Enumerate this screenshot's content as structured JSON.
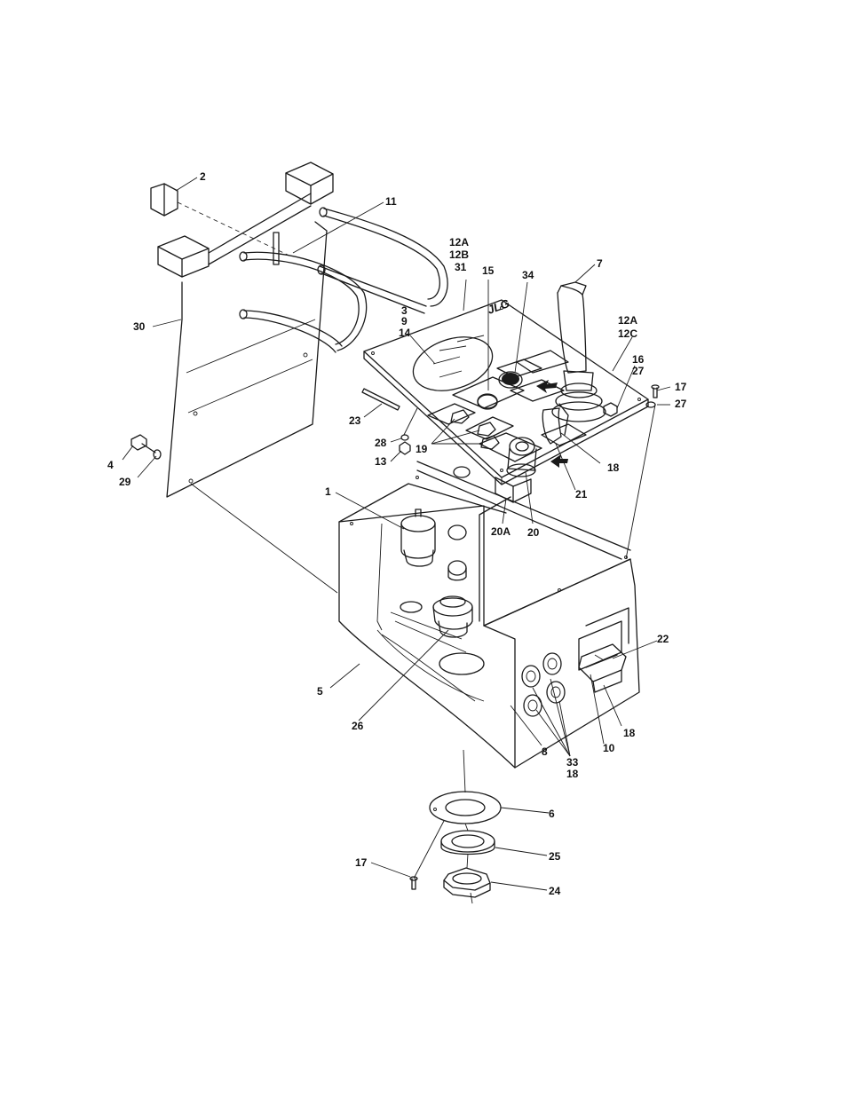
{
  "brand_mark": "JLG",
  "callouts": {
    "c1": "1",
    "c2": "2",
    "c4": "4",
    "c5": "5",
    "c6": "6",
    "c7": "7",
    "c8": "8",
    "c10": "10",
    "c11": "11",
    "c12a_12b_31": [
      "12A",
      "12B",
      "31"
    ],
    "c3_9_14": [
      "3",
      "9",
      "14"
    ],
    "c12a_12c": [
      "12A",
      "12C"
    ],
    "c13": "13",
    "c15": "15",
    "c16_27": [
      "16",
      "27"
    ],
    "c17_top": "17",
    "c17_bottom": "17",
    "c18_panel": "18",
    "c18_side": "18",
    "c19": "19",
    "c20": "20",
    "c20a": "20A",
    "c21": "21",
    "c22": "22",
    "c23": "23",
    "c24": "24",
    "c25": "25",
    "c26": "26",
    "c27": "27",
    "c28": "28",
    "c29": "29",
    "c30": "30",
    "c33_18": [
      "33",
      "18"
    ],
    "c34": "34"
  }
}
